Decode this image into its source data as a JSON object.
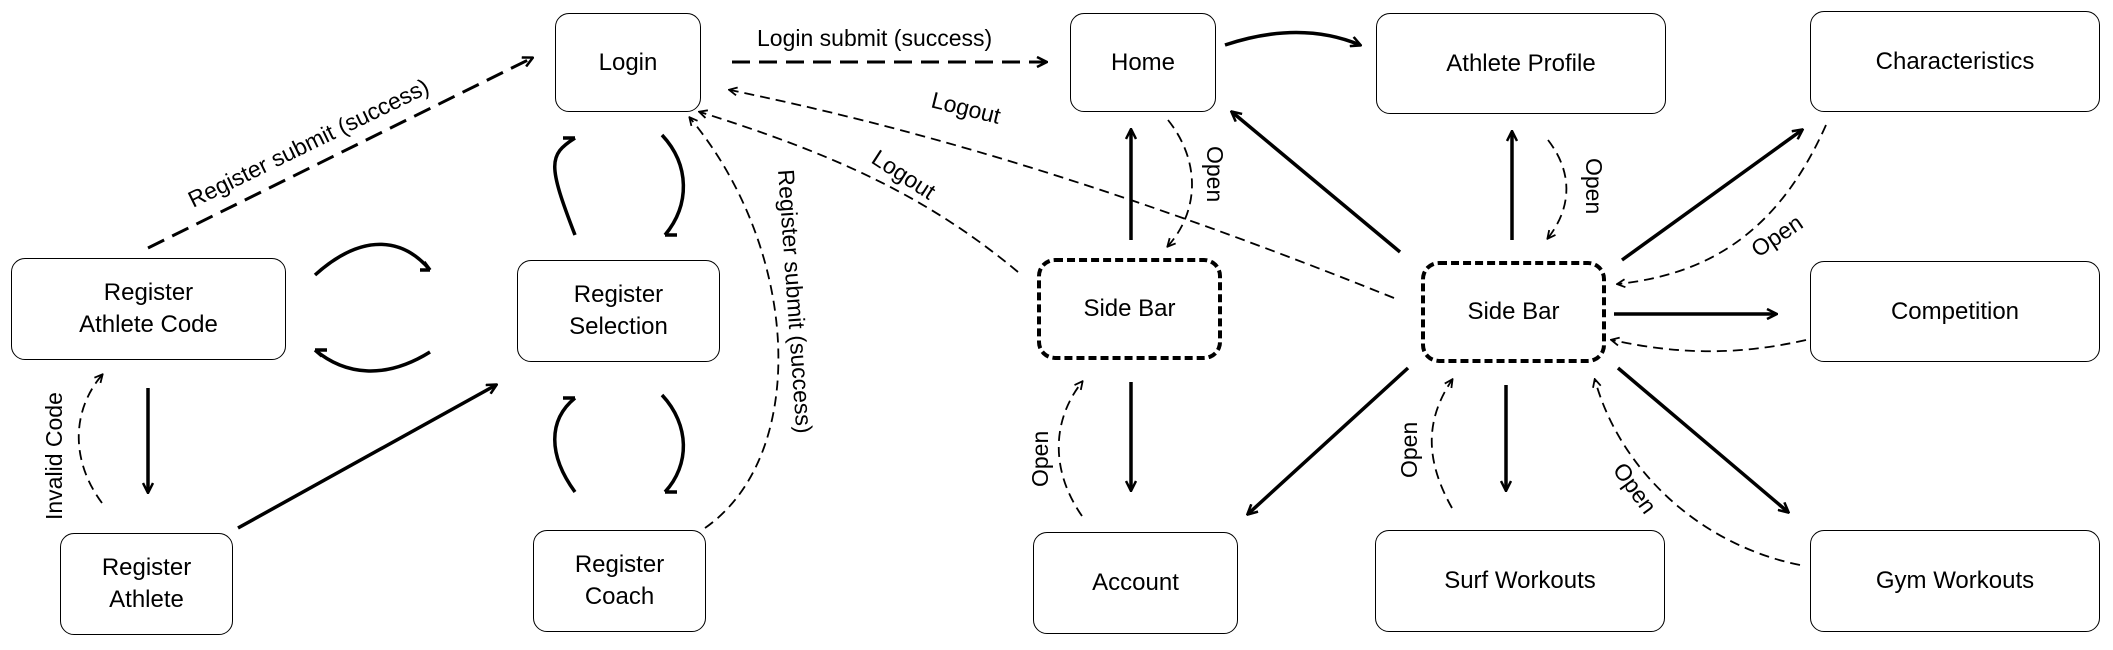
{
  "nodes": {
    "login": "Login",
    "home": "Home",
    "athlete_profile": "Athlete Profile",
    "characteristics": "Characteristics",
    "register_athlete_code": "Register\nAthlete Code",
    "register_selection": "Register\nSelection",
    "sidebar_left": "Side Bar",
    "sidebar_right": "Side Bar",
    "competition": "Competition",
    "register_athlete": "Register\nAthlete",
    "register_coach": "Register\nCoach",
    "account": "Account",
    "surf_workouts": "Surf Workouts",
    "gym_workouts": "Gym Workouts"
  },
  "edge_labels": {
    "login_submit": "Login submit (success)",
    "register_submit_athlete": "Register submit (success)",
    "register_submit_coach": "Register submit (success)",
    "logout_left": "Logout",
    "logout_right": "Logout",
    "invalid_code": "Invalid Code",
    "open_home": "Open",
    "open_account": "Open",
    "open_profile": "Open",
    "open_characteristics": "Open",
    "open_surf": "Open",
    "open_gym": "Open"
  }
}
